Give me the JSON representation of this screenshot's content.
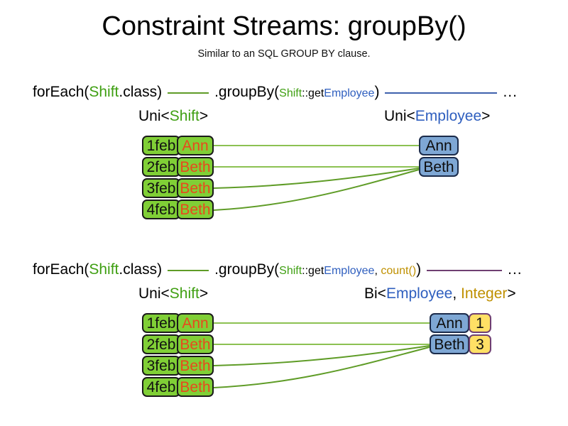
{
  "slide": {
    "title": "Constraint Streams: groupBy()",
    "subtitle": "Similar to an SQL GROUP BY clause."
  },
  "colors": {
    "shift_green_fill": "#80cf36",
    "shift_name_text": "#e8491d",
    "employee_blue_fill": "#7ea7d4",
    "count_yellow_fill": "#ffe065",
    "count_border_purple": "#6f3f72",
    "link_green": "#5f9c27",
    "connector_green": "#5f9c27",
    "connector_blue": "#3f61ad",
    "connector_purple": "#6f3f72",
    "token_green": "#3f9f12",
    "token_blue": "#2f5fbf",
    "token_gold": "#bf9000"
  },
  "rows": [
    {
      "id": "row-uni",
      "code": {
        "for_each_prefix": "forEach(",
        "for_each_type": "Shift",
        "for_each_suffix": ".class)",
        "group_by_open": ".groupBy(",
        "mapper_owner": "Shift",
        "mapper_sep": "::get",
        "mapper_prop": "Employee",
        "group_by_close": ")",
        "ellipsis": "..."
      },
      "left_type_label": {
        "prefix": "Uni<",
        "generic": "Shift",
        "suffix": ">"
      },
      "right_type_label": {
        "prefix": "Uni<",
        "generic": "Employee",
        "suffix": ">"
      },
      "shifts": [
        {
          "date": "1feb",
          "employee": "Ann"
        },
        {
          "date": "2feb",
          "employee": "Beth"
        },
        {
          "date": "3feb",
          "employee": "Beth"
        },
        {
          "date": "4feb",
          "employee": "Beth"
        }
      ],
      "groups": [
        {
          "employee": "Ann"
        },
        {
          "employee": "Beth"
        }
      ]
    },
    {
      "id": "row-bi",
      "code": {
        "for_each_prefix": "forEach(",
        "for_each_type": "Shift",
        "for_each_suffix": ".class)",
        "group_by_open": ".groupBy(",
        "mapper_owner": "Shift",
        "mapper_sep": "::get",
        "mapper_prop": "Employee",
        "collector_sep": ", ",
        "collector": "count()",
        "group_by_close": ")",
        "ellipsis": "..."
      },
      "left_type_label": {
        "prefix": "Uni<",
        "generic": "Shift",
        "suffix": ">"
      },
      "right_type_label": {
        "prefix": "Bi<",
        "generic": "Employee",
        "sep": ", ",
        "generic2": "Integer",
        "suffix": ">"
      },
      "shifts": [
        {
          "date": "1feb",
          "employee": "Ann"
        },
        {
          "date": "2feb",
          "employee": "Beth"
        },
        {
          "date": "3feb",
          "employee": "Beth"
        },
        {
          "date": "4feb",
          "employee": "Beth"
        }
      ],
      "groups": [
        {
          "employee": "Ann",
          "count": "1"
        },
        {
          "employee": "Beth",
          "count": "3"
        }
      ]
    }
  ]
}
